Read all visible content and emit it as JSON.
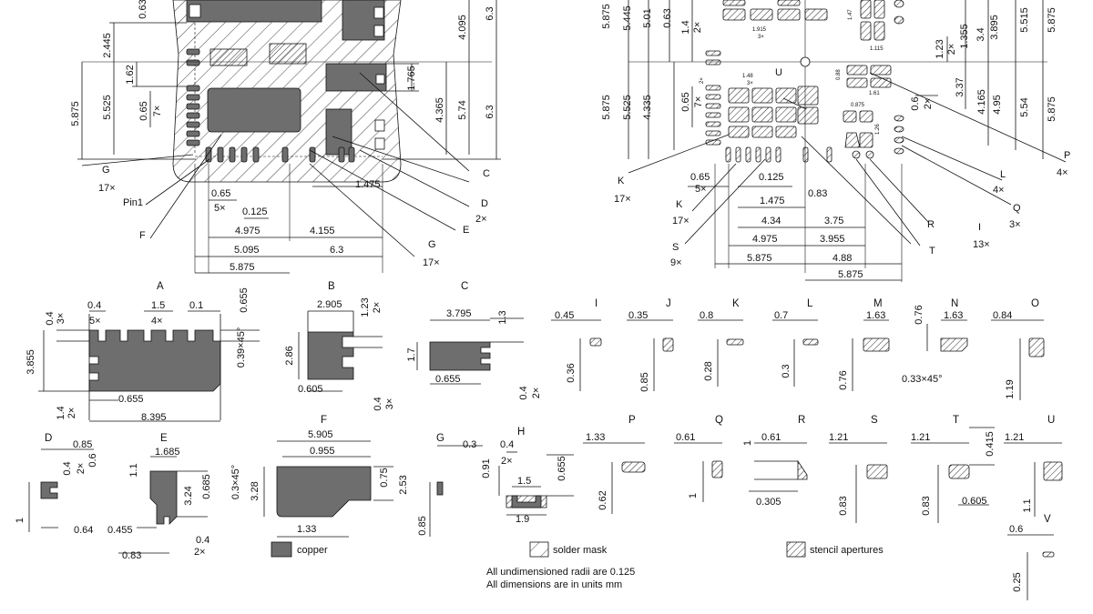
{
  "layout_dims": {
    "left_v": [
      "2.445",
      "1.62",
      "5.525",
      "0.65",
      "7×",
      "5.875",
      "0.63"
    ],
    "left_right_v": [
      "4.095",
      "6.3",
      "1.765",
      "4.365",
      "5.74",
      "6.3"
    ],
    "left_bottom": [
      "0.65",
      "5×",
      "0.125",
      "4.975",
      "4.155",
      "5.095",
      "6.3",
      "5.875",
      "1.475"
    ],
    "left_callouts": [
      "G",
      "17×",
      "Pin1",
      "F",
      "C",
      "D",
      "2×",
      "E",
      "G",
      "17×"
    ],
    "right_v": [
      "5.875",
      "5.445",
      "5.01",
      "0.63",
      "1.4",
      "2×",
      "5.875",
      "5.525",
      "4.335",
      "0.65",
      "7×"
    ],
    "right_right_v": [
      "1.23",
      "2×",
      "1.355",
      "3.4",
      "3.895",
      "5.515",
      "5.875",
      "3.37",
      "0.6",
      "2×",
      "4.165",
      "4.95",
      "5.54",
      "5.875"
    ],
    "right_small": [
      "1.915",
      "3×",
      "1.115",
      "1.47",
      "1.48",
      "3×",
      "0.875",
      "1.61",
      "0.88",
      "1.26",
      "2×"
    ],
    "right_bottom": [
      "0.65",
      "5×",
      "0.125",
      "1.475",
      "0.83",
      "4.34",
      "3.75",
      "4.975",
      "3.955",
      "5.875",
      "4.88",
      "5.875"
    ],
    "right_callouts": [
      "U",
      "K",
      "17×",
      "K",
      "17×",
      "S",
      "9×",
      "P",
      "4×",
      "L",
      "4×",
      "Q",
      "3×",
      "R",
      "I",
      "13×",
      "T"
    ]
  },
  "details": {
    "A": {
      "title": "A",
      "dims": [
        "0.4",
        "3×",
        "0.4",
        "5×",
        "1.5",
        "4×",
        "0.1",
        "0.655",
        "0.39×45°",
        "3.855",
        "1.4",
        "2×",
        "0.655",
        "8.395"
      ]
    },
    "B": {
      "title": "B",
      "dims": [
        "2.905",
        "1.23",
        "2×",
        "2.86",
        "0.605",
        "0.4",
        "3×"
      ]
    },
    "C": {
      "title": "C",
      "dims": [
        "3.795",
        "1.3",
        "1.7",
        "0.655",
        "0.4",
        "2×"
      ]
    },
    "D": {
      "title": "D",
      "dims": [
        "0.85",
        "0.4",
        "2×",
        "0.6",
        "1",
        "0.64"
      ]
    },
    "E": {
      "title": "E",
      "dims": [
        "1.685",
        "1.1",
        "3.24",
        "0.685",
        "0.455",
        "0.4",
        "2×",
        "0.83"
      ]
    },
    "F": {
      "title": "F",
      "dims": [
        "5.905",
        "0.955",
        "0.3×45°",
        "3.28",
        "0.75",
        "2.53",
        "1.33"
      ]
    },
    "G": {
      "title": "G",
      "dims": [
        "0.3",
        "0.85"
      ]
    },
    "H": {
      "title": "H",
      "dims": [
        "0.4",
        "2×",
        "0.91",
        "0.655",
        "1.5",
        "1.9"
      ]
    },
    "I": {
      "title": "I",
      "dims": [
        "0.45",
        "0.36"
      ]
    },
    "J": {
      "title": "J",
      "dims": [
        "0.35",
        "0.85"
      ]
    },
    "K": {
      "title": "K",
      "dims": [
        "0.8",
        "0.28"
      ]
    },
    "L": {
      "title": "L",
      "dims": [
        "0.7",
        "0.3"
      ]
    },
    "M": {
      "title": "M",
      "dims": [
        "1.63",
        "0.76"
      ]
    },
    "N": {
      "title": "N",
      "dims": [
        "0.76",
        "1.63",
        "0.33×45°"
      ]
    },
    "O": {
      "title": "O",
      "dims": [
        "0.84",
        "1.19"
      ]
    },
    "P": {
      "title": "P",
      "dims": [
        "1.33",
        "0.62"
      ]
    },
    "Q": {
      "title": "Q",
      "dims": [
        "0.61",
        "1"
      ]
    },
    "R": {
      "title": "R",
      "dims": [
        "0.61",
        "1",
        "0.305"
      ]
    },
    "S": {
      "title": "S",
      "dims": [
        "1.21",
        "0.83"
      ]
    },
    "T": {
      "title": "T",
      "dims": [
        "1.21",
        "0.415",
        "0.83",
        "0.605"
      ]
    },
    "U": {
      "title": "U",
      "dims": [
        "1.21",
        "1.1"
      ]
    },
    "V": {
      "title": "V",
      "dims": [
        "0.6",
        "0.25"
      ]
    }
  },
  "legend": {
    "copper": "copper",
    "solder_mask": "solder mask",
    "stencil": "stencil apertures",
    "note1": "All undimensioned radii are 0.125",
    "note2": "All dimensions are in units mm"
  },
  "colors": {
    "copper": "#6e6e6e",
    "line": "#111111"
  }
}
